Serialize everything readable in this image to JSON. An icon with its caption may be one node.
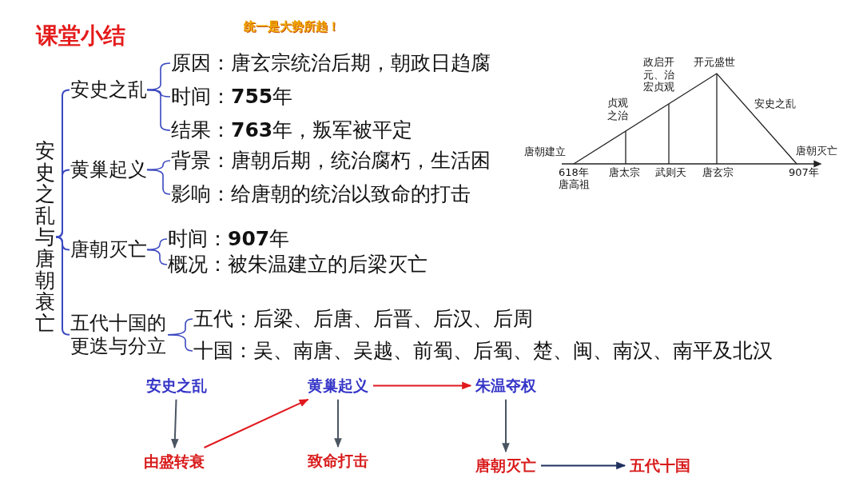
{
  "diagram": {
    "title": "课堂小结",
    "nodes": [
      {
        "text": [
          "安史之乱与唐朝衰亡"
        ]
      },
      {
        "text": [
          "安史之乱"
        ]
      },
      {
        "text": [
          "原因：唐玄宗统治后期，朝政日趋腐"
        ]
      },
      {
        "text": [
          "时间：**755**年"
        ]
      },
      {
        "text": [
          "结果：**763**年，叛军被平定"
        ]
      },
      {
        "text": [
          "黄巢起义"
        ]
      },
      {
        "text": [
          "背景：唐朝后期，统治腐朽，生活困"
        ]
      },
      {
        "text": [
          "影响：给唐朝的统治以致命的打击"
        ]
      },
      {
        "text": [
          "唐朝灭亡"
        ]
      },
      {
        "text": [
          "时间：**907**年"
        ]
      },
      {
        "text": [
          "概况：被朱温建立的后梁灭亡"
        ]
      },
      {
        "text": [
          "五代十国的更迭与分立"
        ]
      },
      {
        "text": [
          "五代：后梁、后唐、后晋、后汉、后周"
        ]
      },
      {
        "text": [
          "十国：吴、南唐、吴越、前蜀、后蜀、楚、闽、南汉、南平及北汉"
        ]
      },
      {
        "text": [
          "安史之乱"
        ]
      },
      {
        "text": [
          "由盛转衰"
        ]
      },
      {
        "text": [
          "黄巢起义"
        ]
      },
      {
        "text": [
          "致命打击"
        ]
      },
      {
        "text": [
          "朱温夺权"
        ]
      },
      {
        "text": [
          "唐朝灭亡"
        ]
      },
      {
        "text": [
          "五代十国"
        ]
      }
    ],
    "edges": [
      {
        "from": 0,
        "to": 1,
        "arrow": "none"
      },
      {
        "from": 0,
        "to": 5,
        "arrow": "none"
      },
      {
        "from": 0,
        "to": 8,
        "arrow": "none"
      },
      {
        "from": 0,
        "to": 11,
        "arrow": "none"
      },
      {
        "from": 1,
        "to": 2,
        "arrow": "none"
      },
      {
        "from": 1,
        "to": 3,
        "arrow": "none"
      },
      {
        "from": 1,
        "to": 4,
        "arrow": "none"
      },
      {
        "from": 5,
        "to": 6,
        "arrow": "none"
      },
      {
        "from": 5,
        "to": 7,
        "arrow": "none"
      },
      {
        "from": 8,
        "to": 9,
        "arrow": "none"
      },
      {
        "from": 8,
        "to": 10,
        "arrow": "none"
      },
      {
        "from": 11,
        "to": 12,
        "arrow": "none"
      },
      {
        "from": 11,
        "to": 13,
        "arrow": "none"
      },
      {
        "from": 14,
        "to": 15,
        "arrow": "to",
        "color": "#4a5562"
      },
      {
        "from": 15,
        "to": 16,
        "arrow": "to",
        "color": "#e0191e"
      },
      {
        "from": 16,
        "to": 17,
        "arrow": "to",
        "color": "#4a5562"
      },
      {
        "from": 16,
        "to": 18,
        "arrow": "to",
        "color": "#e0191e"
      },
      {
        "from": 18,
        "to": 19,
        "arrow": "to",
        "color": "#4a5562"
      },
      {
        "from": 19,
        "to": 20,
        "arrow": "to",
        "color": "#1f3060"
      }
    ],
    "labels": [
      "统一是大势所趋！",
      "政启开元、治宏贞观",
      "开元盛世",
      "贞观之治",
      "安史之乱",
      "唐朝建立",
      "唐朝灭亡",
      "618年",
      "唐太宗",
      "武则天",
      "唐玄宗",
      "907年",
      "唐高祖"
    ]
  }
}
